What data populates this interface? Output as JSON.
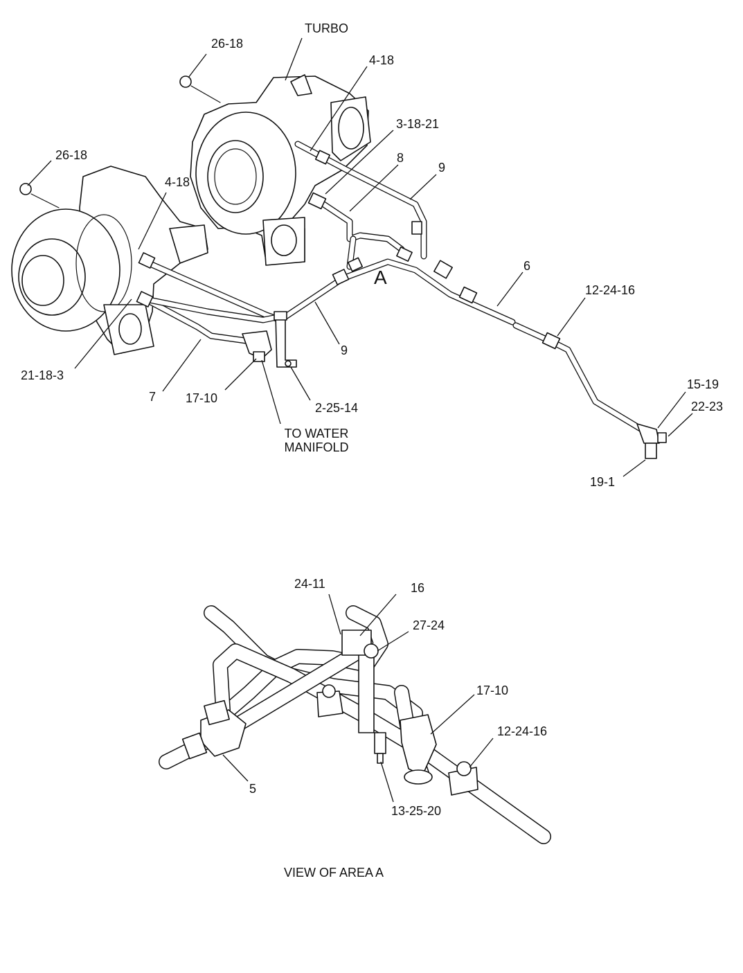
{
  "diagram": {
    "main_labels": {
      "turbo": "TURBO",
      "nut_top": "26-18",
      "nut_left": "26-18",
      "fitting_top": "4-18",
      "fitting_left": "4-18",
      "connector_top": "3-18-21",
      "tube_8": "8",
      "tube_9_top": "9",
      "tube_9_bottom": "9",
      "tube_6": "6",
      "area_a": "A",
      "clamp_right": "12-24-16",
      "tee_end": "15-19",
      "plug_end": "22-23",
      "elbow_end": "19-1",
      "connector_left": "21-18-3",
      "tube_7": "7",
      "elbow_bottom": "17-10",
      "bracket": "2-25-14",
      "to_water_manifold": "TO WATER\nMANIFOLD"
    },
    "detail_labels": {
      "clip": "24-11",
      "bracket_16": "16",
      "bolt": "27-24",
      "elbow": "17-10",
      "clamp": "12-24-16",
      "tee_5": "5",
      "stud": "13-25-20"
    },
    "caption": "VIEW OF AREA A"
  }
}
